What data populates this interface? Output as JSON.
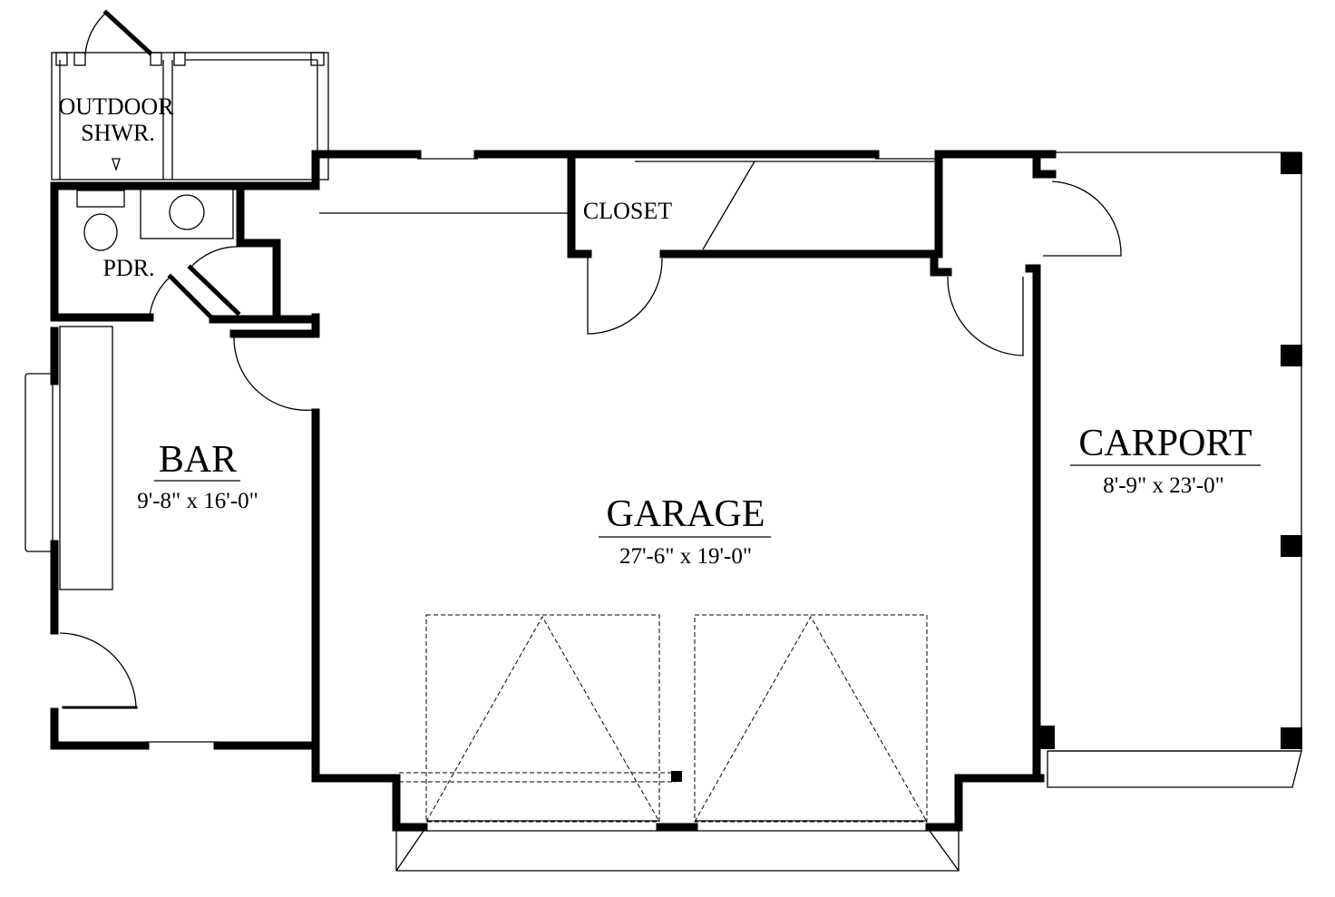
{
  "rooms": {
    "outdoor_shower": {
      "line1": "OUTDOOR",
      "line2": "SHWR."
    },
    "powder_room": {
      "name": "PDR."
    },
    "closet": {
      "name": "CLOSET"
    },
    "bar": {
      "name": "BAR",
      "dimensions": "9'-8\" x 16'-0\""
    },
    "garage": {
      "name": "GARAGE",
      "dimensions": "27'-6\" x 19'-0\""
    },
    "carport": {
      "name": "CARPORT",
      "dimensions": "8'-9\" x 23'-0\""
    }
  }
}
